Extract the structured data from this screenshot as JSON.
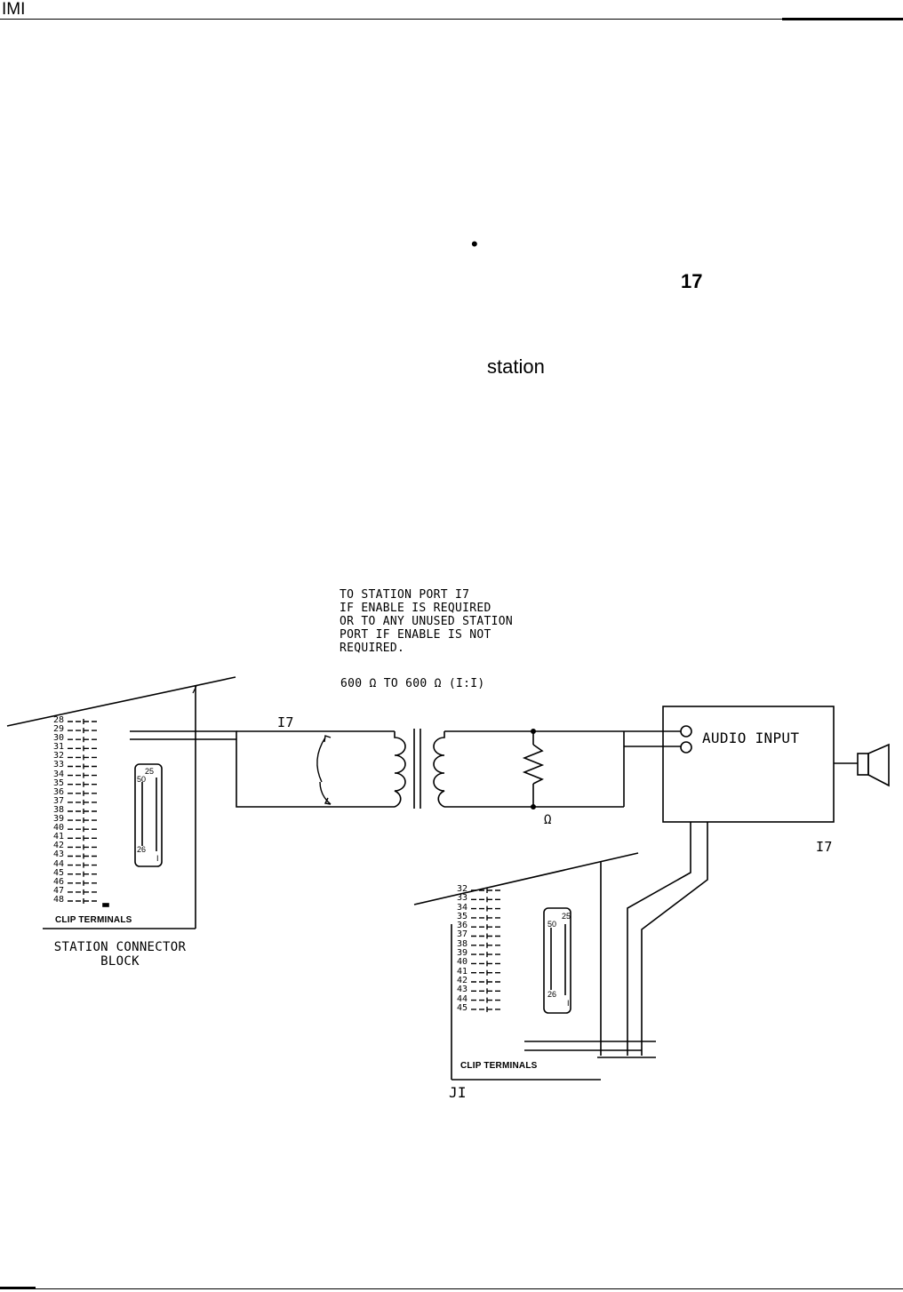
{
  "header": {
    "label": "IMI"
  },
  "stray_text": {
    "bullet": "•",
    "port_number": "17",
    "word": "station"
  },
  "note": {
    "lines": [
      "TO STATION PORT I7",
      "IF ENABLE IS REQUIRED",
      "OR TO ANY UNUSED STATION",
      "PORT IF ENABLE IS NOT",
      "REQUIRED."
    ]
  },
  "transformer_label": "600  Ω TO 600  Ω (I:I)",
  "wire_label": "I7",
  "ohm_label": "Ω",
  "audio_input_label": "AUDIO INPUT",
  "amp_port_label": "I7",
  "station_block": {
    "terminals": [
      "28",
      "29",
      "30",
      "31",
      "32",
      "33",
      "34",
      "35",
      "36",
      "37",
      "38",
      "39",
      "40",
      "41",
      "42",
      "43",
      "44",
      "45",
      "46",
      "47",
      "48"
    ],
    "connector_pins": {
      "top_left": "50",
      "top_right": "25",
      "bottom_left": "26",
      "bottom_right": "I"
    },
    "clip_label": "CLIP TERMINALS",
    "title_line1": "STATION CONNECTOR",
    "title_line2": "BLOCK"
  },
  "j1_block": {
    "terminals": [
      "32",
      "33",
      "34",
      "35",
      "36",
      "37",
      "38",
      "39",
      "40",
      "41",
      "42",
      "43",
      "44",
      "45"
    ],
    "connector_pins": {
      "top_left": "50",
      "top_right": "25",
      "bottom_left": "26",
      "bottom_right": "I"
    },
    "clip_label": "CLIP TERMINALS",
    "title": "JI"
  }
}
